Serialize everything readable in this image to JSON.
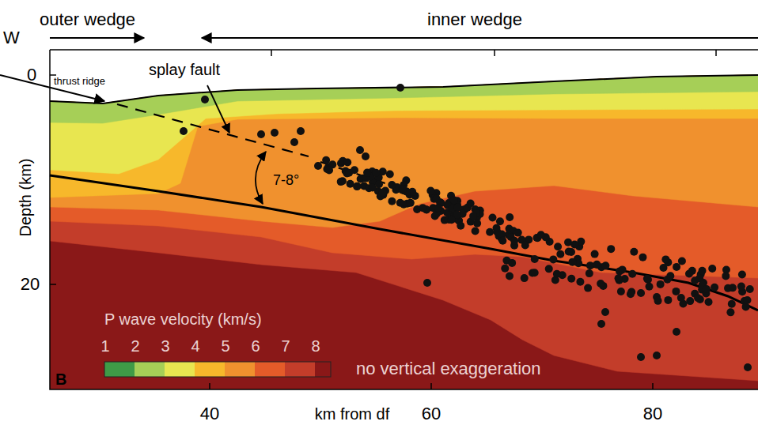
{
  "diagram": {
    "labels": [
      "W",
      "outer wedge",
      "inner wedge",
      "0",
      "Depth (km)",
      "20",
      "thrust ridge",
      "splay fault",
      "7-8°",
      "P wave velocity (km/s)",
      "1",
      "2",
      "3",
      "4",
      "5",
      "6",
      "7",
      "8",
      "no vertical exaggeration",
      "B",
      "40",
      "km from df",
      "60",
      "80"
    ]
  }
}
